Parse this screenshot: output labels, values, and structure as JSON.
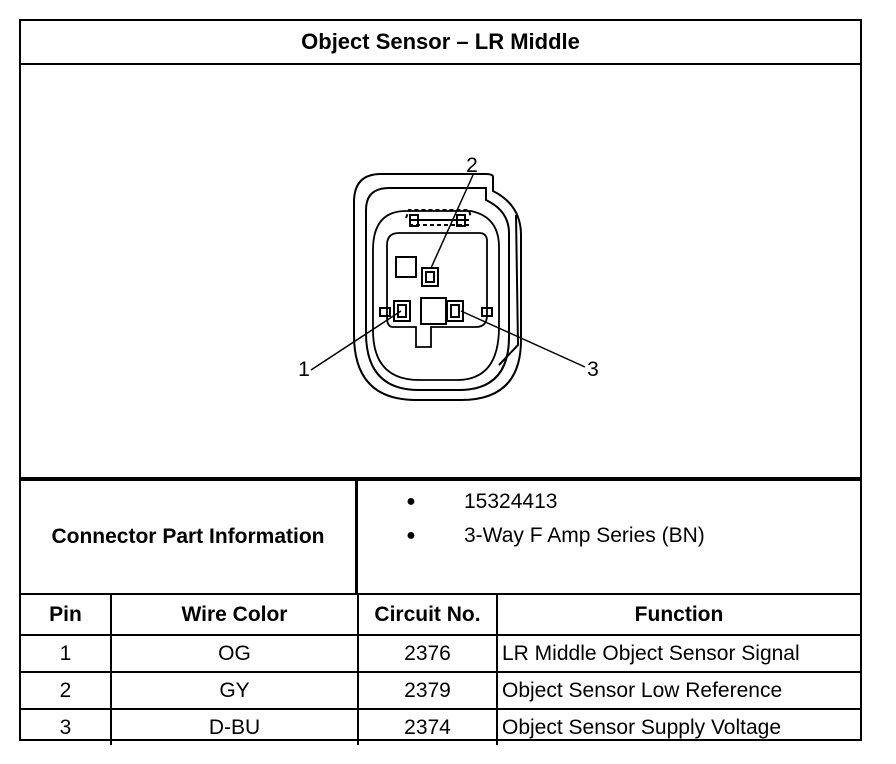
{
  "title": "Object Sensor – LR Middle",
  "diagram": {
    "callouts": [
      "1",
      "2",
      "3"
    ]
  },
  "connector_info": {
    "label": "Connector Part Information",
    "items": [
      "15324413",
      "3-Way F Amp Series (BN)"
    ],
    "bullet": "●"
  },
  "pin_table": {
    "headers": [
      "Pin",
      "Wire Color",
      "Circuit No.",
      "Function"
    ],
    "rows": [
      [
        "1",
        "OG",
        "2376",
        "LR Middle Object Sensor Signal"
      ],
      [
        "2",
        "GY",
        "2379",
        "Object Sensor Low Reference"
      ],
      [
        "3",
        "D-BU",
        "2374",
        "Object Sensor Supply Voltage"
      ]
    ]
  }
}
